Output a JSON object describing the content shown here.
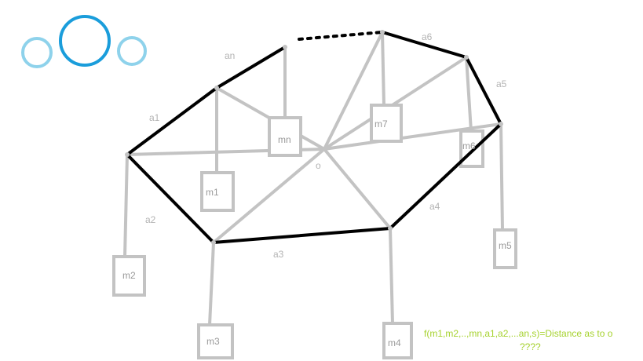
{
  "colors": {
    "polygon_edge": "#000000",
    "connector": "#c3c3c3",
    "box_stroke": "#c3c3c3",
    "label_gray": "#b3b3b3",
    "mass_label": "#9a9a9a",
    "formula_green": "#a6d22e",
    "logo_dark_blue": "#1a9ddb",
    "logo_light_blue": "#8ed2eb"
  },
  "labels": {
    "edges": {
      "an": "an",
      "a1": "a1",
      "a2": "a2",
      "a3": "a3",
      "a4": "a4",
      "a5": "a5",
      "a6": "a6"
    },
    "center": "o",
    "masses": {
      "m1": "m1",
      "m2": "m2",
      "m3": "m3",
      "m4": "m4",
      "m5": "m5",
      "m6": "m6",
      "m7": "m7",
      "mn": "mn"
    }
  },
  "formula": {
    "line1": "f(m1,m2,..,mn,a1,a2,...an,s)=Distance as to o",
    "line2": "????"
  },
  "icons": {
    "logo": "three-circles-logo-icon"
  }
}
